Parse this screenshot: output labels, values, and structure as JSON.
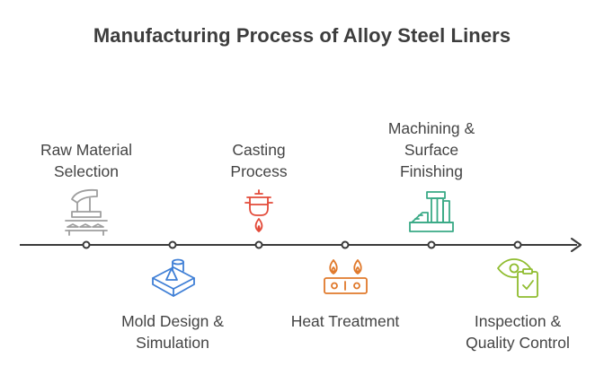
{
  "title": "Manufacturing Process of Alloy Steel Liners",
  "steps": [
    {
      "label": "Raw Material\nSelection",
      "icon": "factory-icon",
      "color": "#9e9e9e"
    },
    {
      "label": "Mold Design &\nSimulation",
      "icon": "mold-design-icon",
      "color": "#3f7fd6"
    },
    {
      "label": "Casting\nProcess",
      "icon": "boiling-pot-icon",
      "color": "#e34b3a"
    },
    {
      "label": "Heat Treatment",
      "icon": "stove-burner-icon",
      "color": "#e0792b"
    },
    {
      "label": "Machining &\nSurface\nFinishing",
      "icon": "machinery-icon",
      "color": "#3aaa86"
    },
    {
      "label": "Inspection &\nQuality Control",
      "icon": "inspection-eye-clipboard-icon",
      "color": "#8fbc2e"
    }
  ]
}
